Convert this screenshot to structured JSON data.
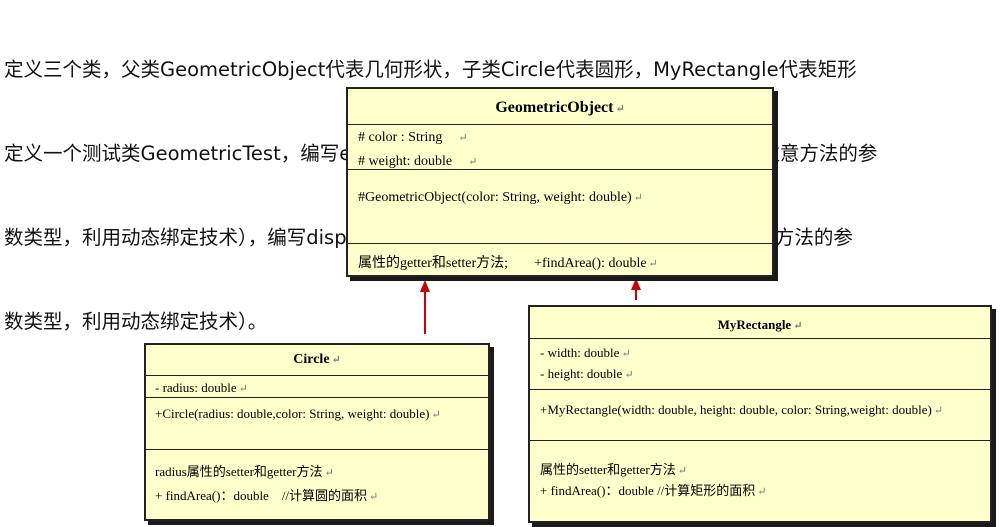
{
  "intro": {
    "lines": [
      "定义三个类，父类GeometricObject代表几何形状，子类Circle代表圆形，MyRectangle代表矩形",
      "定义一个测试类GeometricTest，编写equalsArea方法测试两个对象的面积是否相等（注意方法的参",
      "数类型，利用动态绑定技术），编写displayGeometricObject方法显示对象的面积（注意方法的参",
      "数类型，利用动态绑定技术）。"
    ]
  },
  "classes": {
    "geometric_object": {
      "name": "GeometricObject",
      "attributes": [
        "# color : String",
        "# weight: double"
      ],
      "constructor": "#GeometricObject(color: String, weight: double)",
      "methods_left": "属性的getter和setter方法;",
      "methods_right": "+findArea(): double"
    },
    "circle": {
      "name": "Circle",
      "attribute": "- radius: double",
      "constructor": "+Circle(radius: double,color: String, weight: double)",
      "method_1": "radius属性的setter和getter方法",
      "method_2": "+ findArea()：double    //计算圆的面积"
    },
    "my_rectangle": {
      "name": "MyRectangle",
      "attributes": [
        "- width: double",
        "- height: double"
      ],
      "constructor": "+MyRectangle(width: double, height: double, color: String,weight: double)",
      "method_1": "属性的setter和getter方法",
      "method_2": "+ findArea()：double //计算矩形的面积"
    }
  },
  "paragraph_mark": "↵",
  "colors": {
    "class_fill": "#ffffcc",
    "arrow": "#cc0000",
    "border": "#222222"
  }
}
